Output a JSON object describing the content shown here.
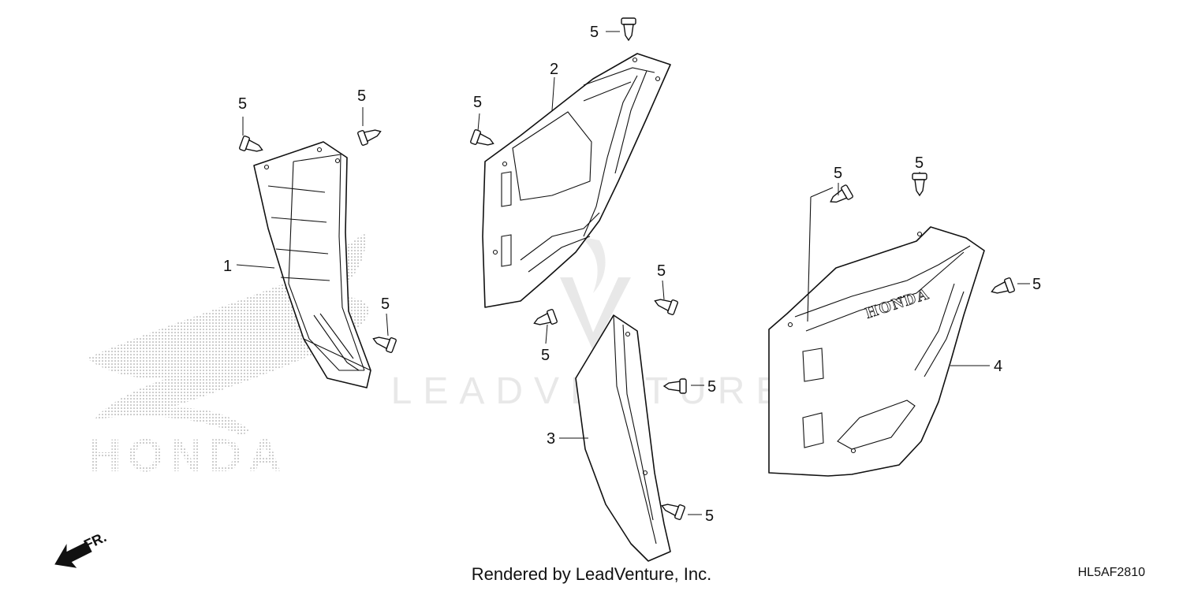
{
  "diagram": {
    "callouts": {
      "part1": "1",
      "part2": "2",
      "part3": "3",
      "part4": "4",
      "clip": "5"
    },
    "front_marker": "FR.",
    "brand_outline_text": "HONDA",
    "part_emboss_text": "HONDA",
    "watermark_text": "LEADVENTURE"
  },
  "footer": {
    "credit": "Rendered by LeadVenture, Inc.",
    "diagram_code": "HL5AF2810"
  },
  "colors": {
    "line": "#111111",
    "background": "#ffffff",
    "watermark": "#e6e6e6"
  }
}
